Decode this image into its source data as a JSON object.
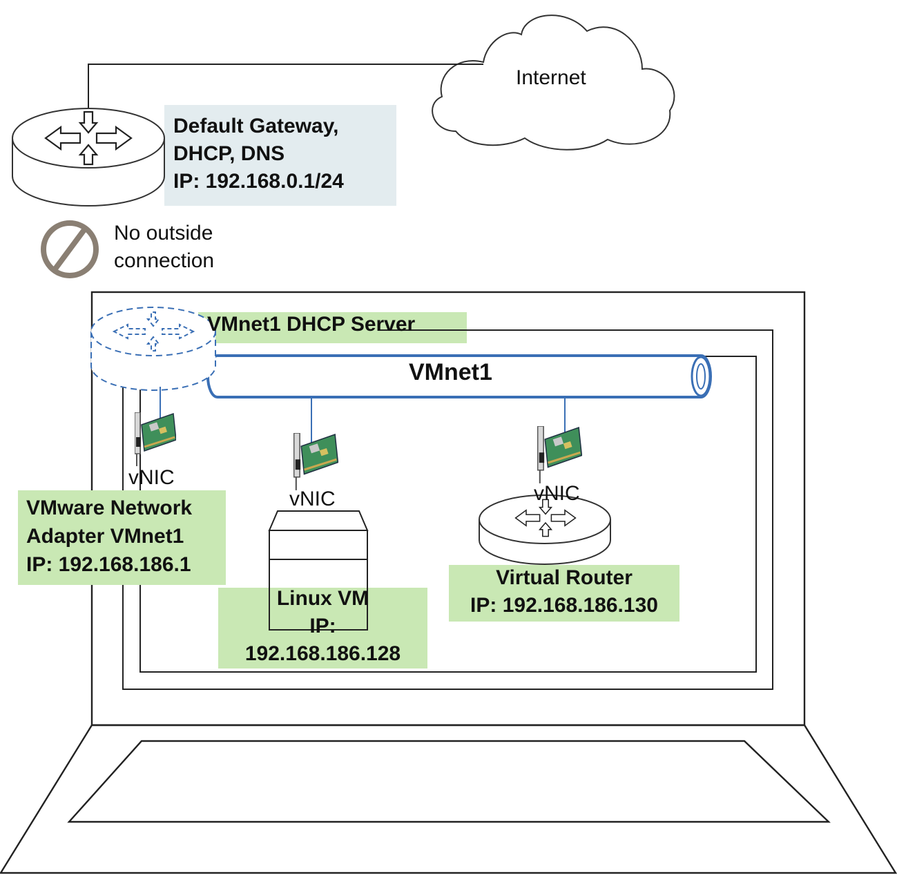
{
  "internet": {
    "label": "Internet"
  },
  "gateway": {
    "lines": [
      "Default Gateway,",
      "DHCP, DNS",
      "IP: 192.168.0.1/24"
    ]
  },
  "no_connection": {
    "lines": [
      "No outside",
      "connection"
    ]
  },
  "dhcp_server": {
    "label": "VMnet1 DHCP Server"
  },
  "vmnet": {
    "label": "VMnet1"
  },
  "vnic": {
    "label": "vNIC"
  },
  "host_adapter": {
    "lines": [
      "VMware Network",
      "Adapter VMnet1",
      "IP: 192.168.186.1"
    ]
  },
  "linux_vm": {
    "lines": [
      "Linux VM",
      "IP:",
      "192.168.186.128"
    ]
  },
  "virtual_router": {
    "lines": [
      "Virtual Router",
      "IP: 192.168.186.130"
    ]
  },
  "colors": {
    "highlight_green": "#c9e8b4",
    "highlight_grey": "#e3ecef",
    "link_blue": "#3a6fb5",
    "blocked_icon": "#8a7f73"
  }
}
